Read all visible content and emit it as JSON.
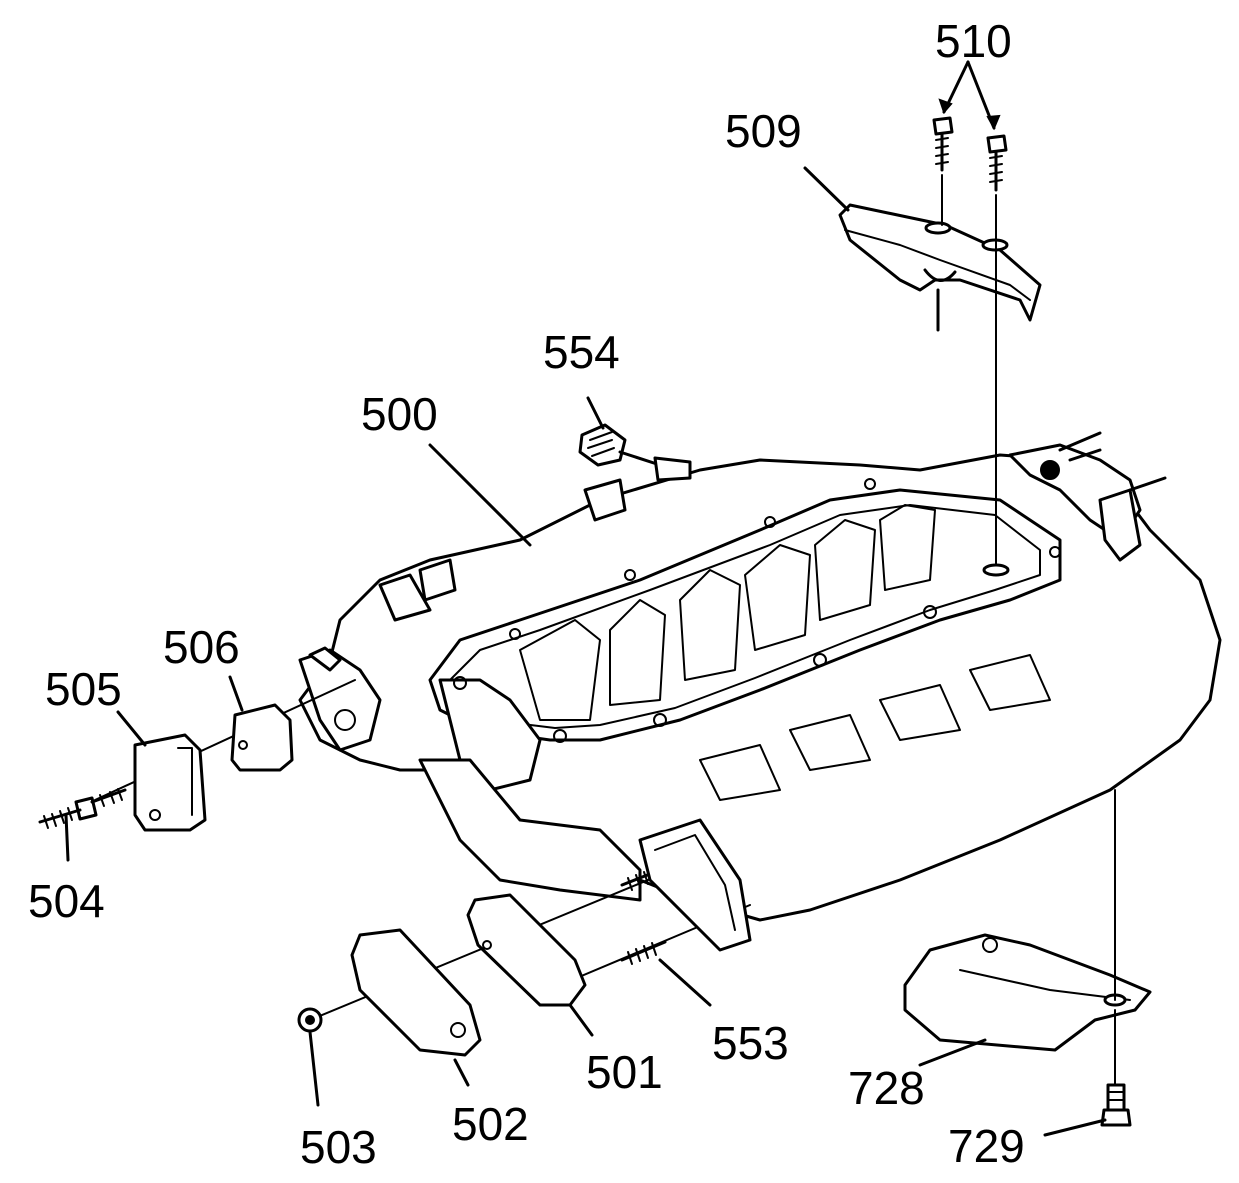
{
  "diagram": {
    "labels": {
      "l500": "500",
      "l501": "501",
      "l502": "502",
      "l503": "503",
      "l504": "504",
      "l505": "505",
      "l506": "506",
      "l509": "509",
      "l510": "510",
      "l553": "553",
      "l554": "554",
      "l728": "728",
      "l729": "729"
    },
    "line_color": "#000000",
    "background": "#ffffff"
  }
}
